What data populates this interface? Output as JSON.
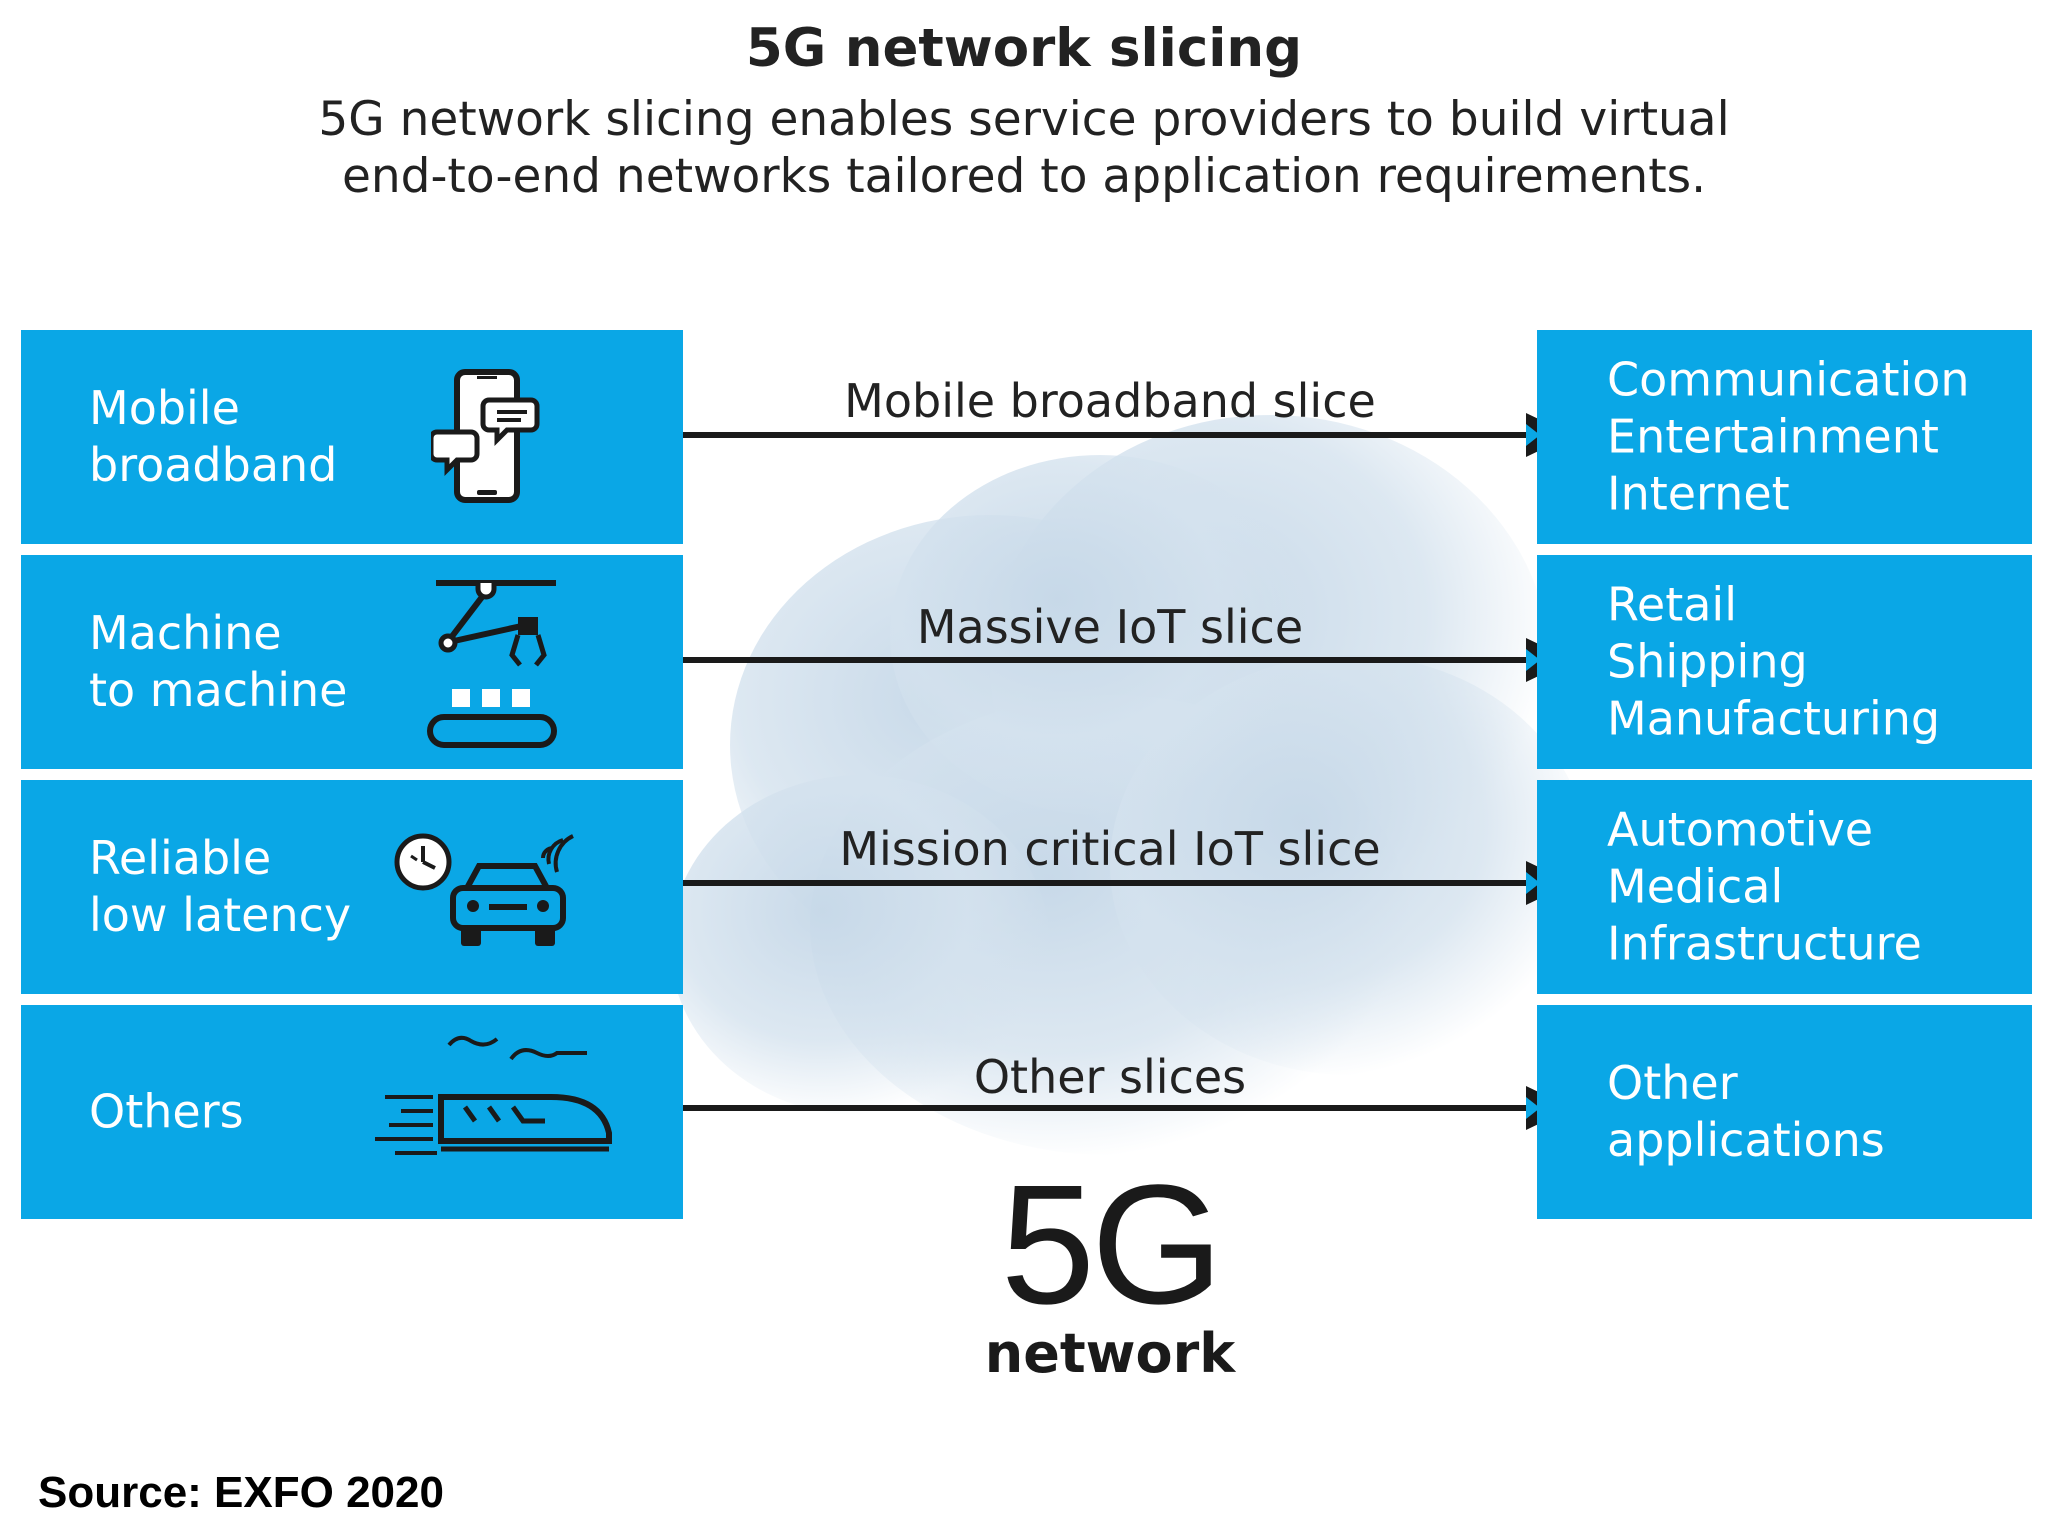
{
  "title": "5G network slicing",
  "subtitle": {
    "line1": "5G network slicing enables service providers to build virtual",
    "line2": "end-to-end networks tailored to application requirements."
  },
  "services": [
    {
      "line1": "Mobile",
      "line2": "broadband",
      "icon": "smartphone-chat-icon"
    },
    {
      "line1": "Machine",
      "line2": "to machine",
      "icon": "robotic-arm-conveyor-icon"
    },
    {
      "line1": "Reliable",
      "line2": "low latency",
      "icon": "connected-car-clock-icon"
    },
    {
      "line1": "Others",
      "line2": "",
      "icon": "high-speed-train-icon"
    }
  ],
  "slices": [
    {
      "label": "Mobile broadband slice"
    },
    {
      "label": "Massive IoT slice"
    },
    {
      "label": "Mission critical IoT slice"
    },
    {
      "label": "Other slices"
    }
  ],
  "applications": [
    {
      "lines": [
        "Communication",
        "Entertainment",
        "Internet"
      ]
    },
    {
      "lines": [
        "Retail",
        "Shipping",
        "Manufacturing"
      ]
    },
    {
      "lines": [
        "Automotive",
        "Medical",
        "Infrastructure"
      ]
    },
    {
      "lines": [
        "Other",
        "applications"
      ]
    }
  ],
  "center": {
    "big": "5G",
    "sub": "network"
  },
  "source": "Source: EXFO 2020",
  "colors": {
    "box_blue": "#0aa7e6",
    "text_dark": "#222222",
    "cloud": "#c6d8e8"
  }
}
